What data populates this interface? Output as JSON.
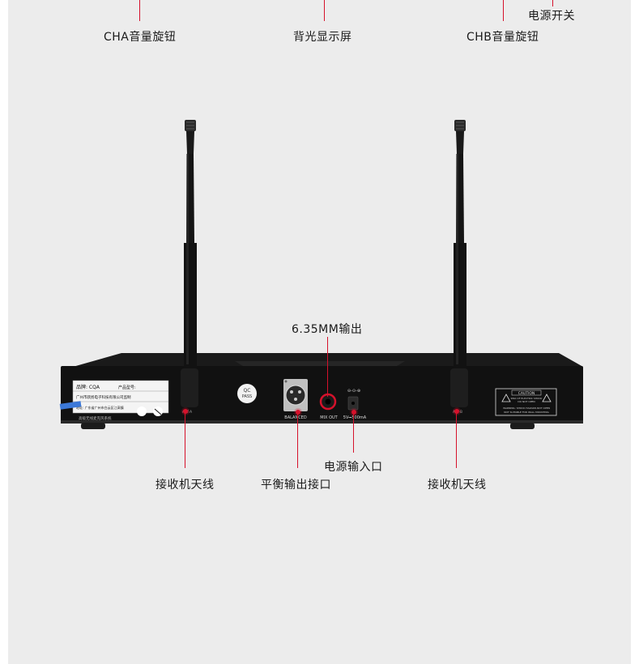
{
  "labels": {
    "cha_volume": "CHA音量旋钮",
    "backlight_screen": "背光显示屏",
    "chb_volume": "CHB音量旋钮",
    "power_switch": "电源开关",
    "out_635mm": "6.35MM输出",
    "power_input": "电源输入口",
    "antenna_left": "接收机天线",
    "balanced_out": "平衡输出接口",
    "antenna_right": "接收机天线"
  },
  "device": {
    "brand_label": "品牌: CQA",
    "model_label": "产品型号:",
    "maker_line": "广州市跃扬电子科技有限公司监制",
    "address_line": "地址: 广东省广州市白云区江高镇",
    "system_line": "高级无线麦克风系统",
    "qc_text": "QC",
    "pass_text": "PASS",
    "balanced_port": "BALANCED",
    "mixout_port": "MIX OUT",
    "power_rating": "5V⎓500mA",
    "ant_a": "ANT-A",
    "ant_b": "ANT-B",
    "caution_title": "CAUTION",
    "caution_line1": "RISK OF ELECTRIC SHOCK",
    "caution_line2": "DO NOT OPEN",
    "warning_line1": "WARNING: SHOCK HAZARD-NOT OPEN",
    "warning_line2": "NOT SUITABLE FOR WALL MOUNTING"
  },
  "colors": {
    "accent": "#d6112b",
    "background": "#ececec",
    "device_body": "#111111"
  }
}
